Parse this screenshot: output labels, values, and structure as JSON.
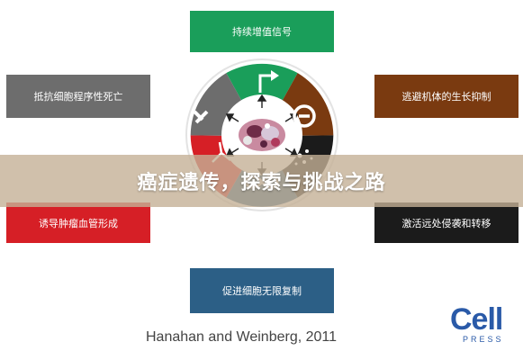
{
  "banner_title": "癌症遗传，探索与挑战之路",
  "hallmarks": [
    {
      "id": "top",
      "label": "持续增值信号",
      "color": "#1a9e5a",
      "icon": "arrow-icon"
    },
    {
      "id": "top_right",
      "label": "逃避机体的生长抑制",
      "color": "#7a3a10",
      "icon": "no-sign-icon"
    },
    {
      "id": "bottom_right",
      "label": "激活远处侵袭和转移",
      "color": "#1b1b1b",
      "icon": "scatter-icon"
    },
    {
      "id": "bottom",
      "label": "促进细胞无限复制",
      "color": "#2c5f86",
      "icon": "infinity-icon"
    },
    {
      "id": "bottom_left",
      "label": "诱导肿瘤血管形成",
      "color": "#d61f26",
      "icon": "vessel-icon"
    },
    {
      "id": "top_left",
      "label": "抵抗细胞程序性死亡",
      "color": "#6d6d6d",
      "icon": "cross-icon"
    }
  ],
  "citation": "Hanahan and Weinberg, 2011",
  "logo": {
    "main": "Cell",
    "sub": "PRESS"
  }
}
